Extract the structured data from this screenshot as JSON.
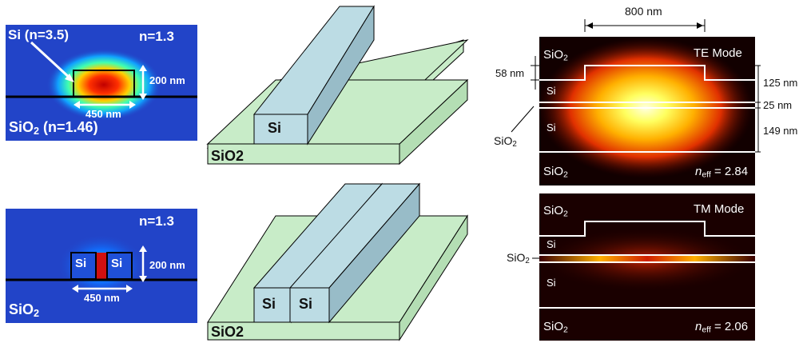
{
  "slab": {
    "core_label": "Si (n=3.5)",
    "clad_label": "n=1.3",
    "height_label": "200 nm",
    "width_label": "450 nm",
    "substrate_main": "SiO",
    "substrate_sub": "2",
    "substrate_suffix": " (n=1.46)",
    "device_core": "Si",
    "device_substrate": "SiO2"
  },
  "slot": {
    "clad_label": "n=1.3",
    "rail_left": "Si",
    "rail_right": "Si",
    "height_label": "200 nm",
    "width_label": "450 nm",
    "substrate_main": "SiO",
    "substrate_sub": "2",
    "device_rail_left": "Si",
    "device_rail_right": "Si",
    "device_substrate": "SiO2"
  },
  "te": {
    "width_label": "800 nm",
    "mode": "TE Mode",
    "top_main": "SiO",
    "top_sub": "2",
    "si_upper": "Si",
    "si_lower": "Si",
    "bottom_main": "SiO",
    "bottom_sub": "2",
    "neff_n": "n",
    "neff_sub": "eff",
    "neff_val": " = 2.84",
    "rib_label": "58 nm",
    "dim_upper": "125 nm",
    "dim_slot": "25 nm",
    "dim_lower": "149 nm",
    "slot_callout_main": "SiO",
    "slot_callout_sub": "2"
  },
  "tm": {
    "mode": "TM Mode",
    "top_main": "SiO",
    "top_sub": "2",
    "si_upper": "Si",
    "si_lower": "Si",
    "bottom_main": "SiO",
    "bottom_sub": "2",
    "neff_n": "n",
    "neff_sub": "eff",
    "neff_val": " = 2.06",
    "slot_callout_main": "SiO",
    "slot_callout_sub": "2"
  }
}
